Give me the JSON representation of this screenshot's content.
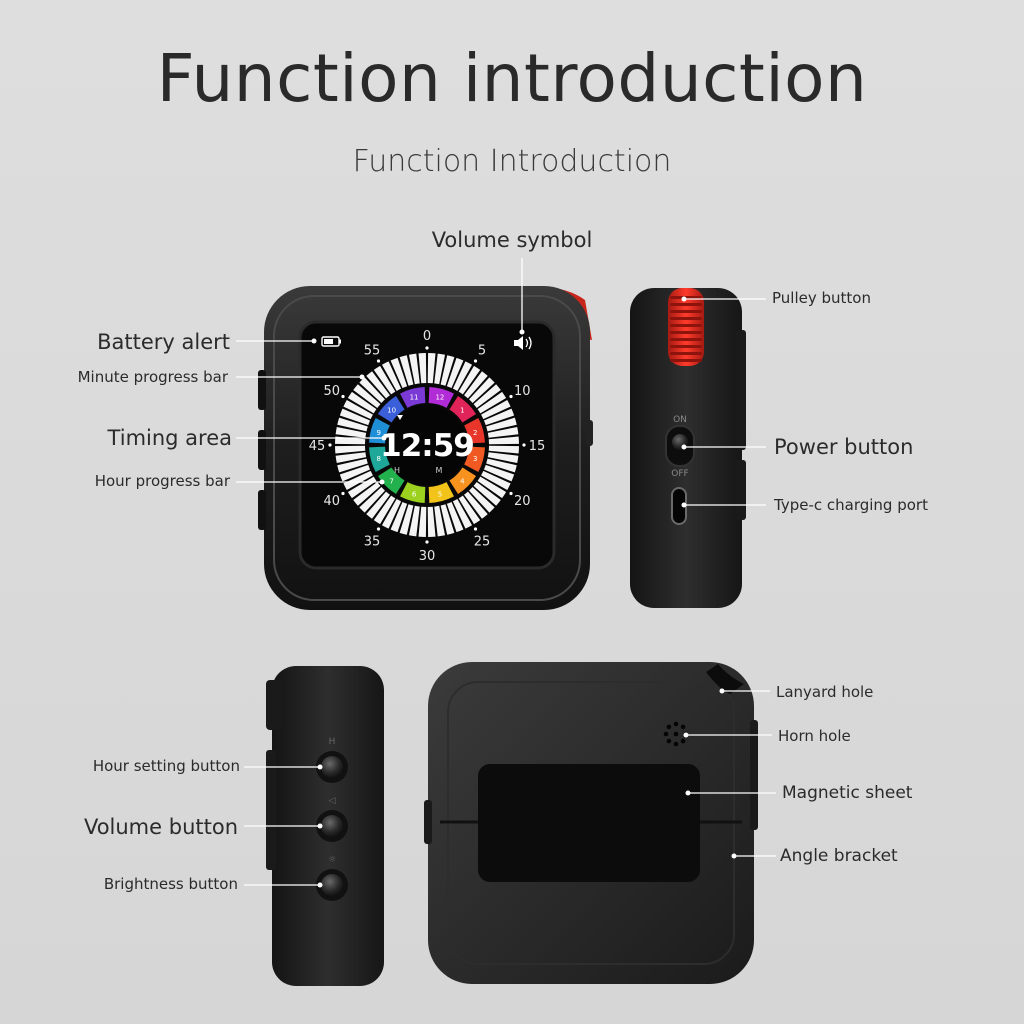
{
  "title": "Function introduction",
  "subtitle": "Function Introduction",
  "device": {
    "time": "12:59",
    "unit_h": "H",
    "unit_m": "M",
    "minute_ticks": [
      "0",
      "5",
      "10",
      "15",
      "20",
      "25",
      "30",
      "35",
      "40",
      "45",
      "50",
      "55"
    ],
    "hour_numbers": [
      "12",
      "1",
      "2",
      "3",
      "4",
      "5",
      "6",
      "7",
      "8",
      "9",
      "10",
      "11"
    ],
    "switch_on": "ON",
    "switch_off": "OFF"
  },
  "colors": {
    "body": "#1c1c1c",
    "accent_red": "#d42a1e",
    "screen": "#0a0a0a"
  },
  "labels": {
    "volume_symbol": "Volume symbol",
    "battery_alert": "Battery alert",
    "minute_progress_bar": "Minute progress bar",
    "timing_area": "Timing area",
    "hour_progress_bar": "Hour progress bar",
    "pulley_button": "Pulley button",
    "power_button": "Power button",
    "typec_port": "Type-c charging port",
    "hour_setting_button": "Hour setting button",
    "volume_button": "Volume button",
    "brightness_button": "Brightness button",
    "lanyard_hole": "Lanyard hole",
    "horn_hole": "Horn hole",
    "magnetic_sheet": "Magnetic sheet",
    "angle_bracket": "Angle bracket"
  }
}
